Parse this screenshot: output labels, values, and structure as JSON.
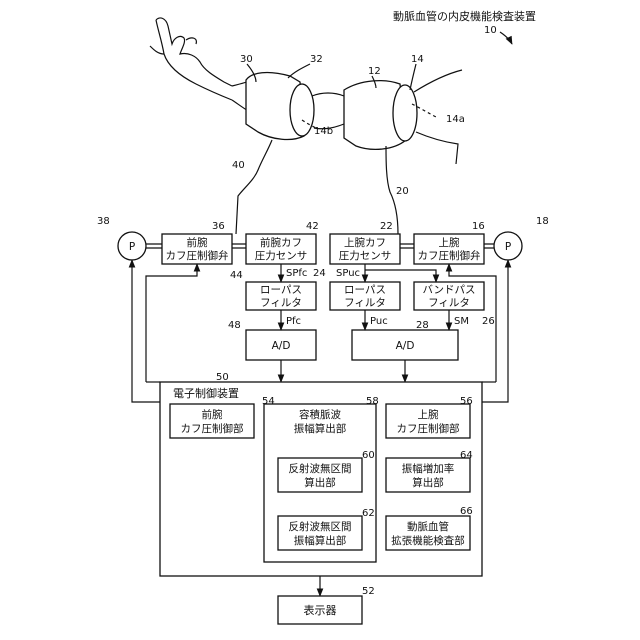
{
  "title": "動脈血管の内皮機能検査装置",
  "ref_main": "10",
  "blocks": {
    "forearm_valve": [
      "前腕",
      "カフ圧制御弁"
    ],
    "forearm_sensor": [
      "前腕カフ",
      "圧力センサ"
    ],
    "upper_sensor": [
      "上腕カフ",
      "圧力センサ"
    ],
    "upper_valve": [
      "上腕",
      "カフ圧制御弁"
    ],
    "lpf_forearm": [
      "ローパス",
      "フィルタ"
    ],
    "lpf_upper": [
      "ローパス",
      "フィルタ"
    ],
    "bpf": [
      "バンドパス",
      "フィルタ"
    ],
    "ad_forearm": "A/D",
    "ad_upper": "A/D",
    "ecu": "電子制御装置",
    "forearm_ctrl": [
      "前腕",
      "カフ圧制御部"
    ],
    "volume_pulse": [
      "容積脈波",
      "振幅算出部"
    ],
    "upper_ctrl": [
      "上腕",
      "カフ圧制御部"
    ],
    "reflect_interval": [
      "反射波無区間",
      "算出部"
    ],
    "reflect_amp": [
      "反射波無区間",
      "振幅算出部"
    ],
    "amp_increase": [
      "振幅増加率",
      "算出部"
    ],
    "dilation_check": [
      "動脈血管",
      "拡張機能検査部"
    ],
    "display": "表示器",
    "pump": "P"
  },
  "signals": {
    "spfc": "SPfc",
    "spuc": "SPuc",
    "pfc": "Pfc",
    "puc": "Puc",
    "sm": "SM"
  },
  "refs": {
    "r10": "10",
    "r12": "12",
    "r14": "14",
    "r14a": "14a",
    "r14b": "14b",
    "r16": "16",
    "r18": "18",
    "r20": "20",
    "r22": "22",
    "r24": "24",
    "r26": "26",
    "r28": "28",
    "r30": "30",
    "r32": "32",
    "r36": "36",
    "r38": "38",
    "r40": "40",
    "r42": "42",
    "r44": "44",
    "r48": "48",
    "r50": "50",
    "r52": "52",
    "r54": "54",
    "r56": "56",
    "r58": "58",
    "r60": "60",
    "r62": "62",
    "r64": "64",
    "r66": "66"
  }
}
